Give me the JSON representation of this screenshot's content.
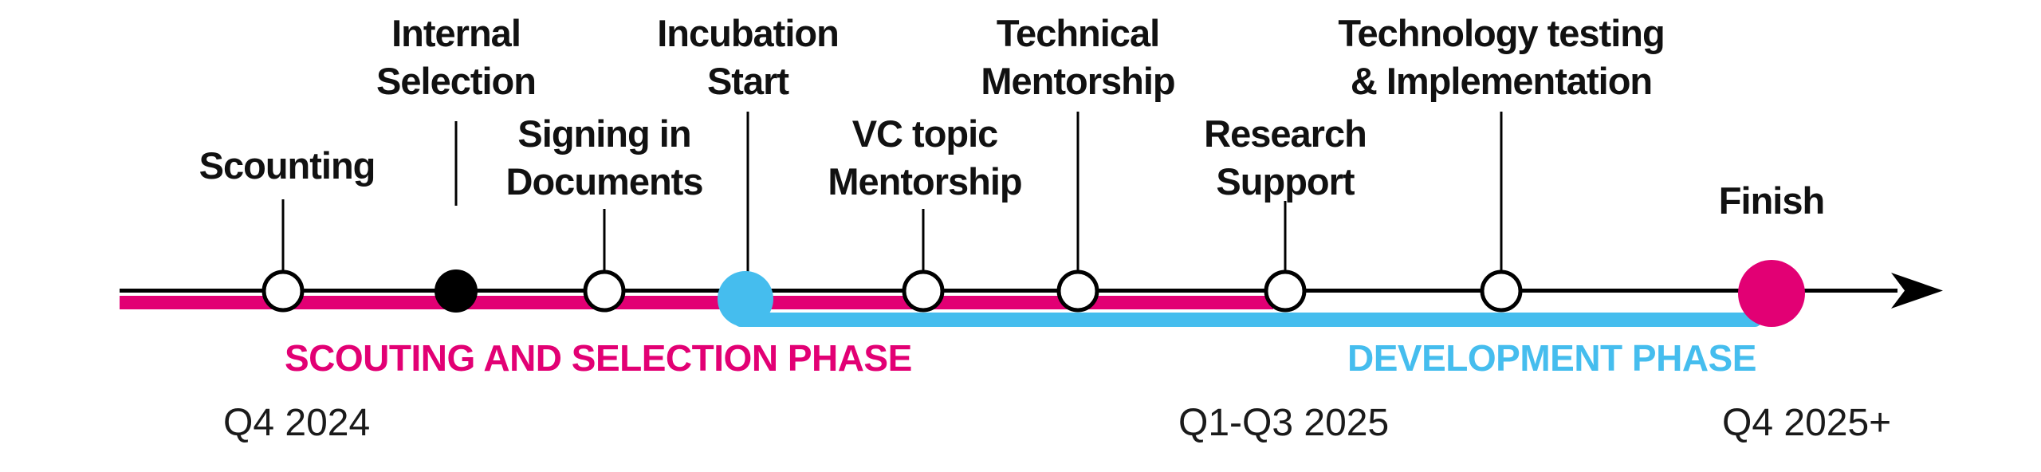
{
  "colors": {
    "magenta": "#E20074",
    "sky_blue": "#45BDEE",
    "black": "#000000",
    "white": "#ffffff"
  },
  "timeline": {
    "milestones": [
      {
        "label": "Scounting",
        "marker": "white-circle"
      },
      {
        "label": "Internal\nSelection",
        "marker": "black-dot"
      },
      {
        "label": "Signing in\nDocuments",
        "marker": "white-circle"
      },
      {
        "label": "Incubation\nStart",
        "marker": "blue-dot"
      },
      {
        "label": "VC topic\nMentorship",
        "marker": "white-circle"
      },
      {
        "label": "Technical\nMentorship",
        "marker": "white-circle"
      },
      {
        "label": "Research\nSupport",
        "marker": "white-circle"
      },
      {
        "label": "Technology testing\n& Implementation",
        "marker": "white-circle"
      },
      {
        "label": "Finish",
        "marker": "pink-dot"
      }
    ],
    "phases": [
      {
        "label": "SCOUTING AND SELECTION PHASE",
        "color": "#E20074"
      },
      {
        "label": "DEVELOPMENT PHASE",
        "color": "#45BDEE"
      }
    ],
    "dates": [
      {
        "label": "Q4 2024"
      },
      {
        "label": "Q1-Q3 2025"
      },
      {
        "label": "Q4 2025+"
      }
    ]
  }
}
